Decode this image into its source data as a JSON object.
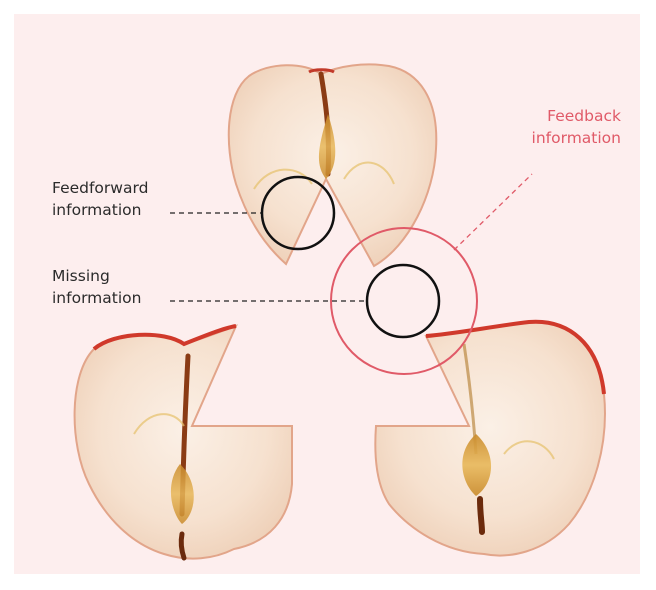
{
  "labels": {
    "feedforward": "Feedforward\ninformation",
    "missing": "Missing\ninformation",
    "feedback": "Feedback\ninformation"
  },
  "colors": {
    "background": "#fdeeee",
    "feedback_accent": "#e05a68",
    "outline": "#111111",
    "apple_flesh": "#f7e4d4",
    "apple_skin": "#d83a2c",
    "apple_core": "#d9a640"
  },
  "diagram": {
    "pieces": [
      "top-apple-half",
      "bottom-left-apple-half",
      "bottom-right-apple-half"
    ],
    "callouts": [
      "feedforward",
      "missing",
      "feedback"
    ]
  }
}
